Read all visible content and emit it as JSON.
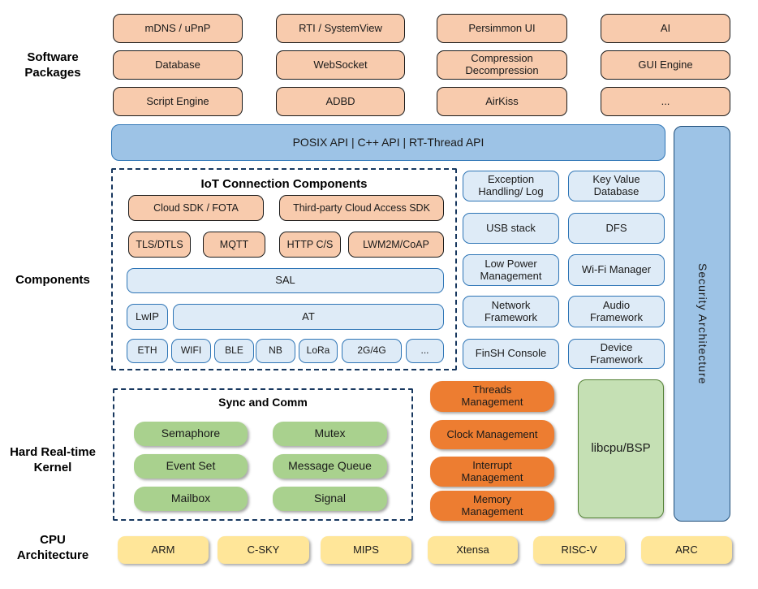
{
  "left_labels": {
    "software": "Software Packages",
    "components": "Components",
    "kernel": "Hard Real-time Kernel",
    "cpu": "CPU Architecture"
  },
  "software_packages": {
    "items": [
      "mDNS / uPnP",
      "RTI / SystemView",
      "Persimmon UI",
      "AI",
      "Database",
      "WebSocket",
      "Compression Decompression",
      "GUI Engine",
      "Script Engine",
      "ADBD",
      "AirKiss",
      "..."
    ]
  },
  "api_bar": {
    "label": "POSIX API  |  C++ API  |  RT-Thread API"
  },
  "security": {
    "label": "Security Architecture"
  },
  "iot": {
    "title": "IoT Connection Components",
    "row1": [
      "Cloud SDK / FOTA",
      "Third-party Cloud Access SDK"
    ],
    "row2": [
      "TLS/DTLS",
      "MQTT",
      "HTTP C/S",
      "LWM2M/CoAP"
    ],
    "sal": "SAL",
    "lwip": "LwIP",
    "at": "AT",
    "links": [
      "ETH",
      "WIFI",
      "BLE",
      "NB",
      "LoRa",
      "2G/4G",
      "..."
    ]
  },
  "services": {
    "items": [
      "Exception Handling/ Log",
      "Key Value Database",
      "USB stack",
      "DFS",
      "Low Power Management",
      "Wi-Fi Manager",
      "Network Framework",
      "Audio Framework",
      "FinSH Console",
      "Device Framework"
    ]
  },
  "kernel": {
    "sync_title": "Sync and Comm",
    "sync_items": [
      "Semaphore",
      "Mutex",
      "Event Set",
      "Message Queue",
      "Mailbox",
      "Signal"
    ],
    "management": [
      "Threads Management",
      "Clock Management",
      "Interrupt Management",
      "Memory Management"
    ],
    "libcpu": "libcpu/BSP"
  },
  "cpu": {
    "items": [
      "ARM",
      "C-SKY",
      "MIPS",
      "Xtensa",
      "RISC-V",
      "ARC"
    ]
  },
  "colors": {
    "package_fill": "#F8CBAD",
    "api_fill": "#9DC3E6",
    "component_fill": "#DEEBF7",
    "component_border": "#2E75B6",
    "dashed_border": "#17375E",
    "kernel_green": "#A9D18E",
    "kernel_orange": "#ED7D31",
    "libcpu_fill": "#C5E0B4",
    "cpu_yellow": "#FFE699"
  }
}
